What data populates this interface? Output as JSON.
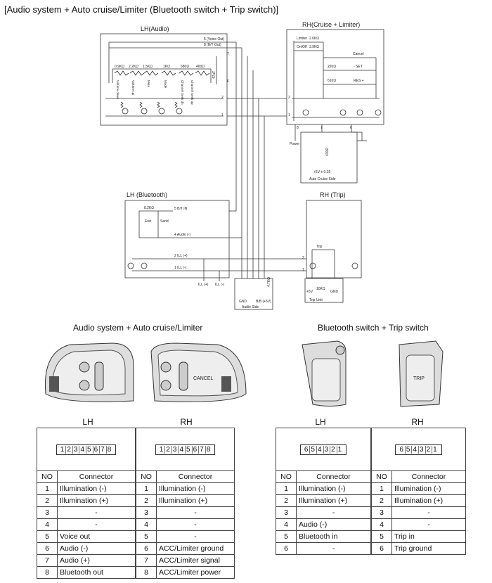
{
  "title": "[Audio system + Auto cruise/Limiter (Bluetooth switch + Trip switch)]",
  "diagram": {
    "lh_audio": "LH(Audio)",
    "rh_cruise": "RH(Cruise + Limiter)",
    "lh_bluetooth": "LH (Bluetooth)",
    "rh_trip": "RH (Trip)",
    "voice_out": "5 (Voice Out)",
    "bt_out": "8 (B/T Out)",
    "res_labels": [
      "0.9KΩ",
      "2.2KΩ",
      "1.5KΩ",
      "1KΩ",
      "680Ω",
      "400Ω"
    ],
    "btn_labels": [
      "Volume down",
      "Volume up",
      "Mute",
      "Mode",
      "Channel Seek dn",
      "Channel Seek up"
    ],
    "cap": "47uF",
    "pin7": "7",
    "pin6": "6",
    "pin2": "2",
    "pin1": "1",
    "limiter": "Limiter",
    "limiter_r": "2.0KΩ",
    "onoff": "On/Off",
    "onoff_r": "3.9KΩ",
    "cancel": "Cancel",
    "r220": "220Ω",
    "r610": "610Ω",
    "set": "- SET",
    "res": "RES +",
    "pin8": "8",
    "power": "Power",
    "r430": "430Ω",
    "v5": "+5V ± 0.25",
    "acs": "Auto Cruise Side",
    "r8k2": "8.2KΩ",
    "send": "Send",
    "end": "End",
    "bt_in": "5 B/T IN",
    "audio_minus": "4 Audio (-)",
    "ill_plus": "2 ILL (+)",
    "ill_minus": "1 ILL (-)",
    "trip": "Trip",
    "r10k": "10KΩ",
    "gnd": "GND",
    "plus5v": "+5V",
    "trip_unit": "Trip Unit",
    "ill_p_label": "ILL (+)",
    "ill_m_label": "ILL (-)",
    "r47k": "4.7KΩ",
    "audio_side": "Audio Side",
    "bb": "B/B (+5V)",
    "cancel_btn": "CANCEL",
    "trip_btn": "TRIP"
  },
  "sections": {
    "audio_title": "Audio system + Auto cruise/Limiter",
    "bt_title": "Bluetooth switch + Trip switch"
  },
  "tables": {
    "audio_lh": {
      "label": "LH",
      "connector_digits": [
        "1",
        "2",
        "3",
        "4",
        "5",
        "6",
        "7",
        "8"
      ],
      "header": [
        "NO",
        "Connector"
      ],
      "rows": [
        [
          "1",
          "Illumination (-)"
        ],
        [
          "2",
          "Illumination (+)"
        ],
        [
          "3",
          "-"
        ],
        [
          "4",
          "-"
        ],
        [
          "5",
          "Voice out"
        ],
        [
          "6",
          "Audio (-)"
        ],
        [
          "7",
          "Audio (+)"
        ],
        [
          "8",
          "Bluetooth out"
        ]
      ]
    },
    "audio_rh": {
      "label": "RH",
      "connector_digits": [
        "1",
        "2",
        "3",
        "4",
        "5",
        "6",
        "7",
        "8"
      ],
      "header": [
        "NO",
        "Connector"
      ],
      "rows": [
        [
          "1",
          "Illumination (-)"
        ],
        [
          "2",
          "Illumination (+)"
        ],
        [
          "3",
          "-"
        ],
        [
          "4",
          "-"
        ],
        [
          "5",
          "-"
        ],
        [
          "6",
          "ACC/Limiter ground"
        ],
        [
          "7",
          "ACC/Limiter signal"
        ],
        [
          "8",
          "ACC/Limiter power"
        ]
      ]
    },
    "bt_lh": {
      "label": "LH",
      "connector_digits": [
        "6",
        "5",
        "4",
        "3",
        "2",
        "1"
      ],
      "header": [
        "NO",
        "Connector"
      ],
      "rows": [
        [
          "1",
          "Illumination (-)"
        ],
        [
          "2",
          "Illumination (+)"
        ],
        [
          "3",
          "-"
        ],
        [
          "4",
          "Audio (-)"
        ],
        [
          "5",
          "Bluetooth in"
        ],
        [
          "6",
          "-"
        ]
      ]
    },
    "bt_rh": {
      "label": "RH",
      "connector_digits": [
        "6",
        "5",
        "4",
        "3",
        "2",
        "1"
      ],
      "header": [
        "NO",
        "Connector"
      ],
      "rows": [
        [
          "1",
          "Illumination (-)"
        ],
        [
          "2",
          "Illumination (+)"
        ],
        [
          "3",
          "-"
        ],
        [
          "4",
          "-"
        ],
        [
          "5",
          "Trip in"
        ],
        [
          "6",
          "Trip ground"
        ]
      ]
    }
  }
}
